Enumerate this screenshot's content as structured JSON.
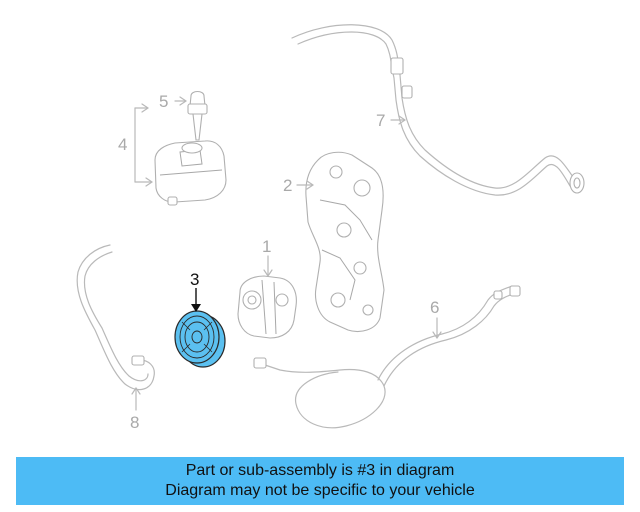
{
  "callout": {
    "line1": "Part or sub-assembly is #3 in diagram",
    "line2": "Diagram may not be specific to your vehicle"
  },
  "callouts": [
    {
      "id": "1",
      "label": "1"
    },
    {
      "id": "2",
      "label": "2"
    },
    {
      "id": "3",
      "label": "3",
      "highlighted": true
    },
    {
      "id": "4",
      "label": "4"
    },
    {
      "id": "5",
      "label": "5"
    },
    {
      "id": "6",
      "label": "6"
    },
    {
      "id": "7",
      "label": "7"
    },
    {
      "id": "8",
      "label": "8"
    }
  ],
  "colors": {
    "highlight": "#5bc0f0",
    "banner": "#4dbbf5",
    "line": "#b9b9b9"
  }
}
